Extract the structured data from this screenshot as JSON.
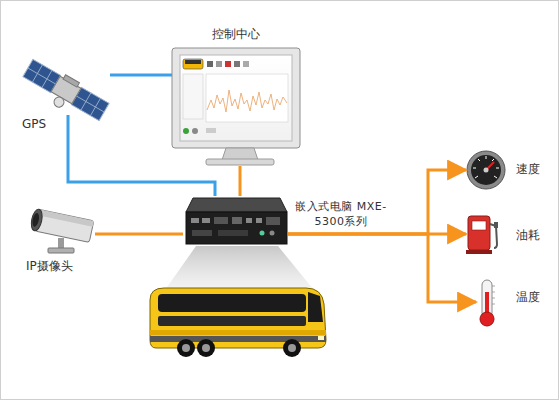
{
  "diagram": {
    "nodes": [
      {
        "text": [
          "GPS"
        ]
      },
      {
        "text": [
          "控制中心"
        ]
      },
      {
        "text": [
          "嵌入式电脑 MXE-5300系列"
        ]
      },
      {
        "text": [
          "IP摄像头"
        ]
      },
      {
        "text": [
          "速度"
        ]
      },
      {
        "text": [
          "油耗"
        ]
      },
      {
        "text": [
          "温度"
        ]
      }
    ],
    "edges": [
      {
        "from": 0,
        "to": 2,
        "arrow": "none"
      },
      {
        "from": 0,
        "to": 1,
        "arrow": "none"
      },
      {
        "from": 1,
        "to": 2,
        "arrow": "none"
      },
      {
        "from": 3,
        "to": 2,
        "arrow": "none"
      },
      {
        "from": 2,
        "to": 4,
        "arrow": "to"
      },
      {
        "from": 2,
        "to": 5,
        "arrow": "to"
      },
      {
        "from": 2,
        "to": 6,
        "arrow": "to"
      }
    ]
  }
}
